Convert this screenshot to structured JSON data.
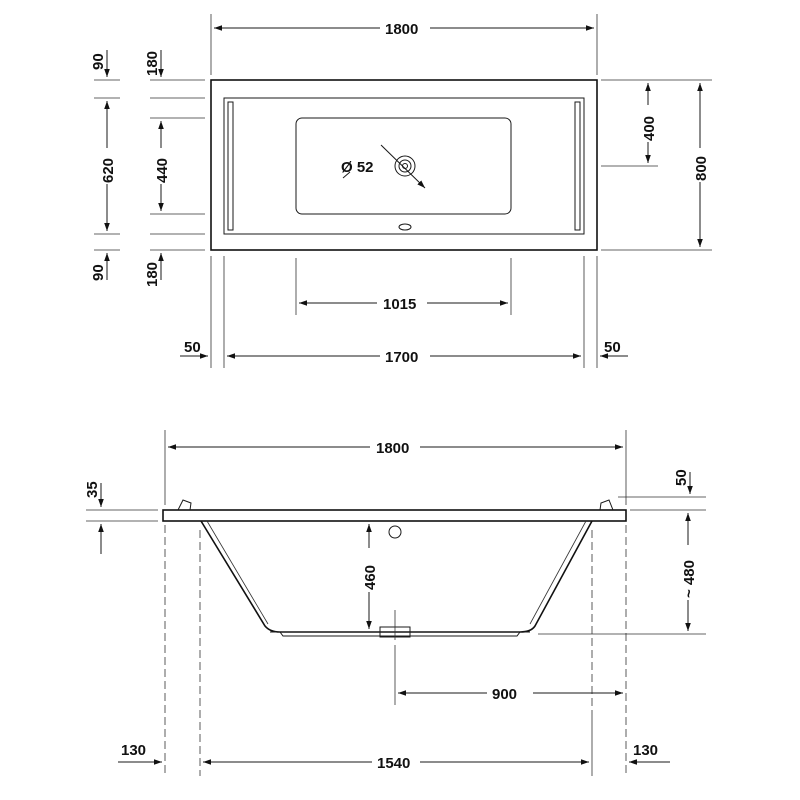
{
  "top_view": {
    "overall_width": "1800",
    "overall_depth": "800",
    "rim_top": "90",
    "rim_bottom": "90",
    "rim_inner_top": "180",
    "rim_inner_bottom": "180",
    "inner_depth": "620",
    "basin_depth": "440",
    "drain_offset": "400",
    "drain_diameter": "Ø 52",
    "basin_length": "1015",
    "inner_length": "1700",
    "side_left": "50",
    "side_right": "50"
  },
  "side_view": {
    "overall_width": "1800",
    "rim_thickness": "35",
    "rim_right": "50",
    "depth": "460",
    "total_height": "~ 480",
    "drain_position": "900",
    "bottom_length": "1540",
    "foot_left": "130",
    "foot_right": "130"
  }
}
